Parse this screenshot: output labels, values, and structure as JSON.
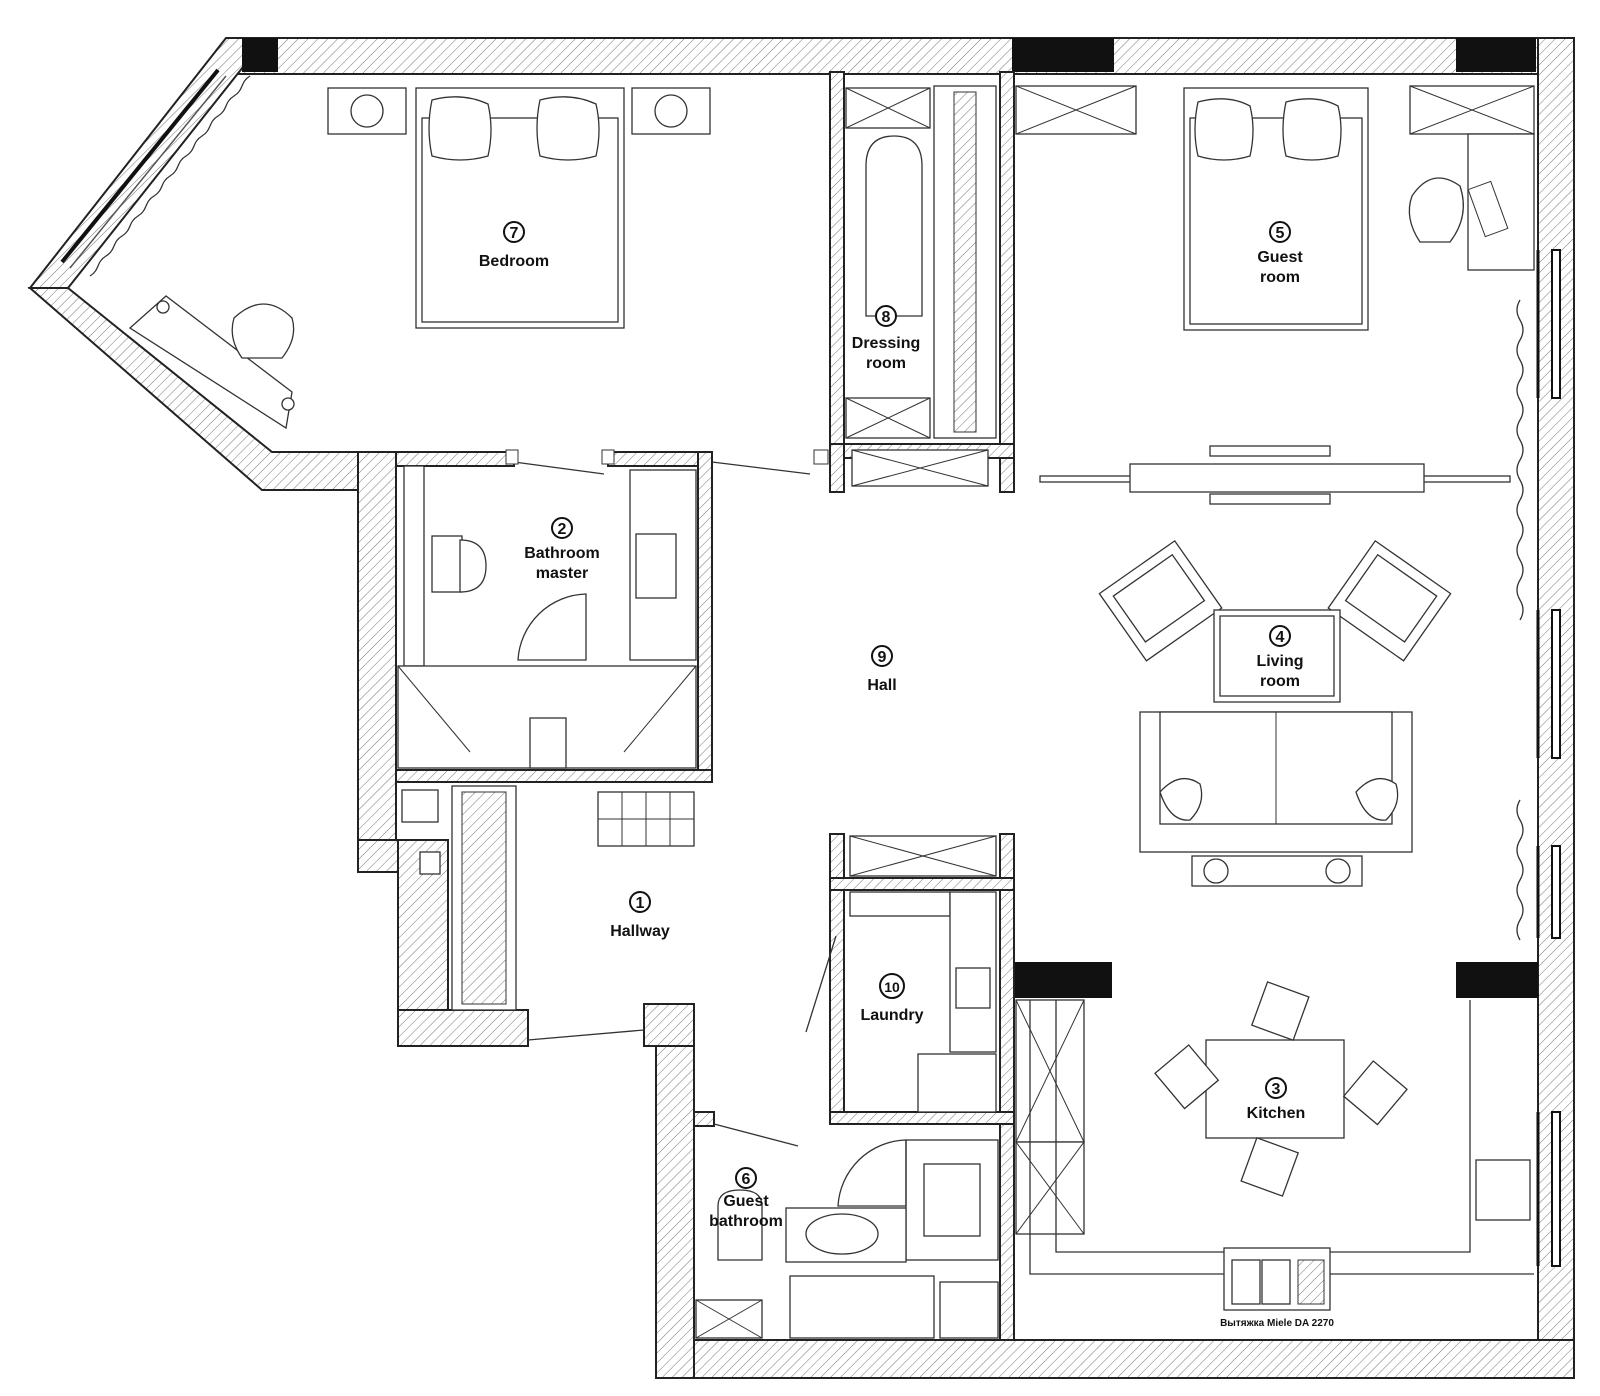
{
  "rooms": [
    {
      "id": "hallway",
      "number": "1",
      "lines": [
        "Hallway"
      ]
    },
    {
      "id": "bathroom-master",
      "number": "2",
      "lines": [
        "Bathroom",
        "master"
      ]
    },
    {
      "id": "kitchen",
      "number": "3",
      "lines": [
        "Kitchen"
      ]
    },
    {
      "id": "living-room",
      "number": "4",
      "lines": [
        "Living",
        "room"
      ]
    },
    {
      "id": "guest-room",
      "number": "5",
      "lines": [
        "Guest",
        "room"
      ]
    },
    {
      "id": "guest-bathroom",
      "number": "6",
      "lines": [
        "Guest",
        "bathroom"
      ]
    },
    {
      "id": "bedroom",
      "number": "7",
      "lines": [
        "Bedroom"
      ]
    },
    {
      "id": "dressing-room",
      "number": "8",
      "lines": [
        "Dressing",
        "room"
      ]
    },
    {
      "id": "hall",
      "number": "9",
      "lines": [
        "Hall"
      ]
    },
    {
      "id": "laundry",
      "number": "10",
      "lines": [
        "Laundry"
      ]
    }
  ],
  "notes": {
    "appliance": "Вытяжка Miele DA 2270"
  },
  "colors": {
    "line": "#222222",
    "pillar": "#111111",
    "background": "#ffffff"
  }
}
